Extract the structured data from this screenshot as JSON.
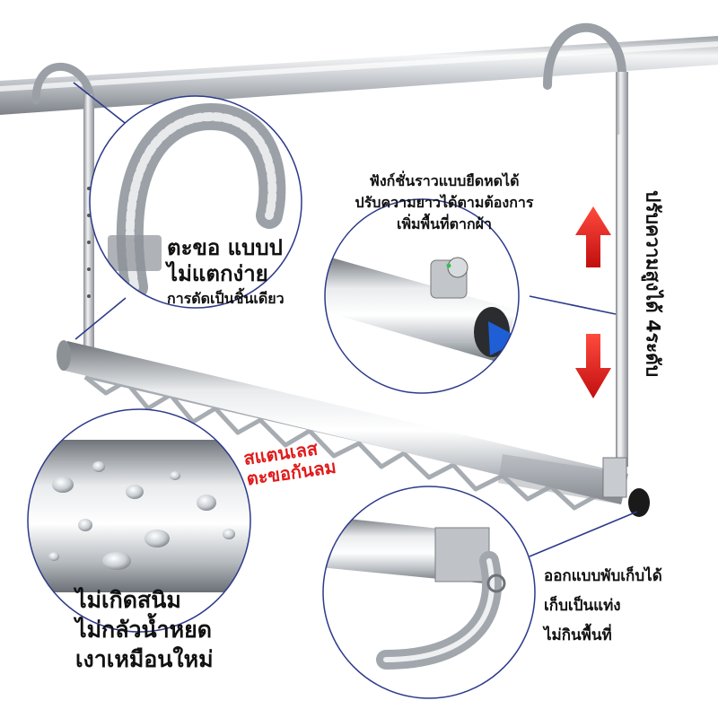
{
  "labels": {
    "hook": {
      "line1": "ตะขอ แบบป",
      "line2": "ไม่แตกง่าย",
      "line3": "การดัดเป็นชิ้นเดียว"
    },
    "telescopic": {
      "line1": "ฟังก์ชั่นราวแบบยืดหดได้",
      "line2": "ปรับความยาวได้ตามต้องการ",
      "line3": "เพิ่มพื้นที่ตากผ้า"
    },
    "height": "ปรับความสูงได้ 4ระดับ",
    "stainless": {
      "line1": "สแตนเลส",
      "line2": "ตะขอกันลม"
    },
    "fold": {
      "line1": "ออกแบบพับเก็บได้",
      "line2": "เก็บเป็นแท่ง",
      "line3": "ไม่กินพื้นที่"
    },
    "rust": {
      "line1": "ไม่เกิดสนิม",
      "line2": "ไม่กลัวน้ำหยด",
      "line3": "เงาเหมือนใหม่"
    }
  },
  "colors": {
    "text": "#111111",
    "accent_red": "#e01b1b",
    "arrow_blue": "#1f5fd6",
    "metal_dark": "#8a8e94",
    "metal_light": "#f4f5f6"
  },
  "icons": [
    "height-up-arrow-icon",
    "height-down-arrow-icon",
    "extend-arrow-icon"
  ]
}
